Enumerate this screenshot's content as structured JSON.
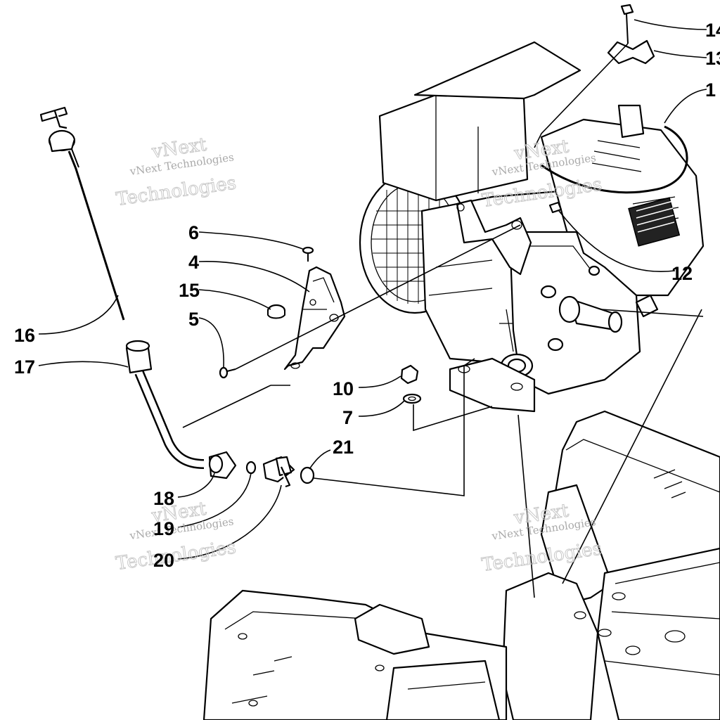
{
  "callouts": [
    {
      "id": "c14",
      "text": "14"
    },
    {
      "id": "c13",
      "text": "13"
    },
    {
      "id": "c1",
      "text": "1"
    },
    {
      "id": "c6",
      "text": "6"
    },
    {
      "id": "c4",
      "text": "4"
    },
    {
      "id": "c15",
      "text": "15"
    },
    {
      "id": "c5",
      "text": "5"
    },
    {
      "id": "c12",
      "text": "12"
    },
    {
      "id": "c16",
      "text": "16"
    },
    {
      "id": "c17",
      "text": "17"
    },
    {
      "id": "c10",
      "text": "10"
    },
    {
      "id": "c7",
      "text": "7"
    },
    {
      "id": "c21",
      "text": "21"
    },
    {
      "id": "c18",
      "text": "18"
    },
    {
      "id": "c19",
      "text": "19"
    },
    {
      "id": "c20",
      "text": "20"
    }
  ],
  "watermarks": [
    {
      "line1": "vNext Technologies",
      "line2": "Technologies",
      "accent": "vNext"
    },
    {
      "line1": "vNext Technologies",
      "line2": "Technologies",
      "accent": "vNext"
    },
    {
      "line1": "vNext Technologies",
      "line2": "Technologies",
      "accent": "vNext"
    },
    {
      "line1": "vNext Technologies",
      "line2": "Technologies",
      "accent": "vNext"
    }
  ]
}
